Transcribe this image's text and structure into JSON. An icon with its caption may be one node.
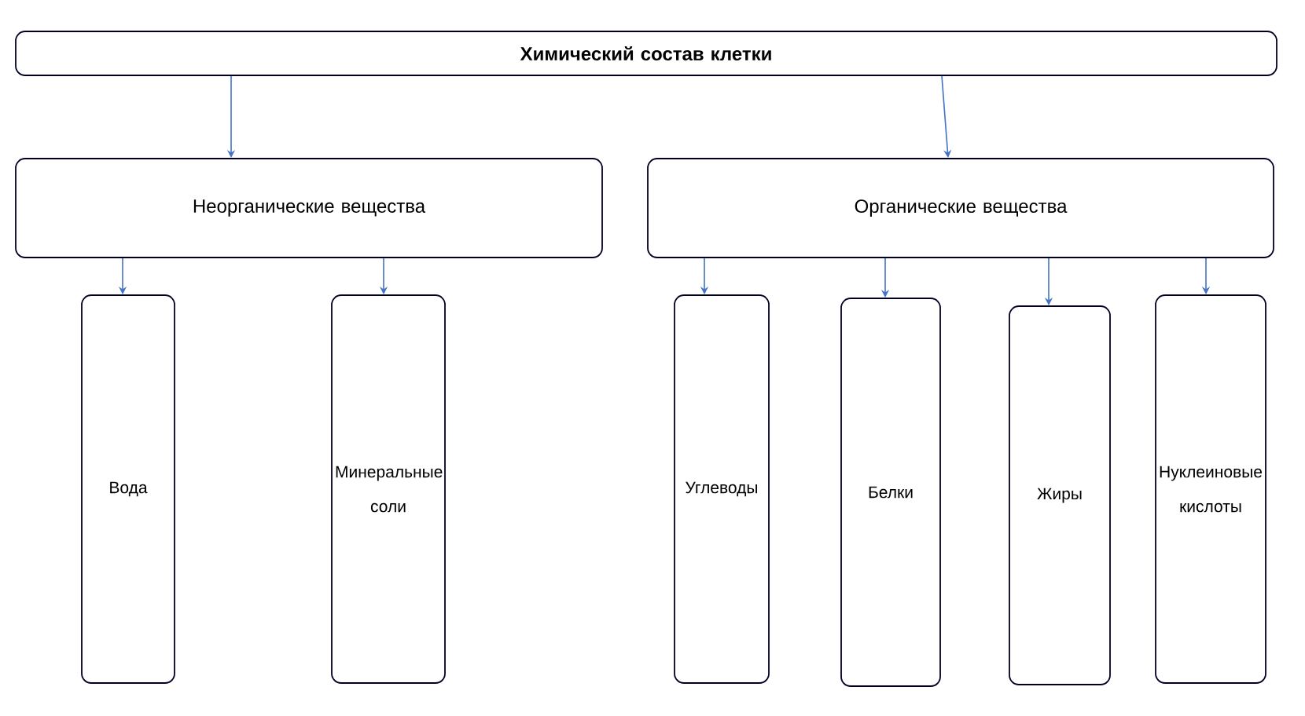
{
  "diagram": {
    "nodes": [
      {
        "text": [
          "Химический состав клетки"
        ]
      },
      {
        "text": [
          "Неорганические вещества"
        ]
      },
      {
        "text": [
          "Органические вещества"
        ]
      },
      {
        "text": [
          "Вода"
        ]
      },
      {
        "text": [
          "Минеральные соли"
        ]
      },
      {
        "text": [
          "Углеводы"
        ]
      },
      {
        "text": [
          "Белки"
        ]
      },
      {
        "text": [
          "Жиры"
        ]
      },
      {
        "text": [
          "Нуклеиновые кислоты"
        ]
      }
    ],
    "edges": [
      {
        "from": 0,
        "to": 1,
        "arrow": "to"
      },
      {
        "from": 0,
        "to": 2,
        "arrow": "to"
      },
      {
        "from": 1,
        "to": 3,
        "arrow": "to"
      },
      {
        "from": 1,
        "to": 4,
        "arrow": "to"
      },
      {
        "from": 2,
        "to": 5,
        "arrow": "to"
      },
      {
        "from": 2,
        "to": 6,
        "arrow": "to"
      },
      {
        "from": 2,
        "to": 7,
        "arrow": "to"
      },
      {
        "from": 2,
        "to": 8,
        "arrow": "to"
      }
    ]
  }
}
